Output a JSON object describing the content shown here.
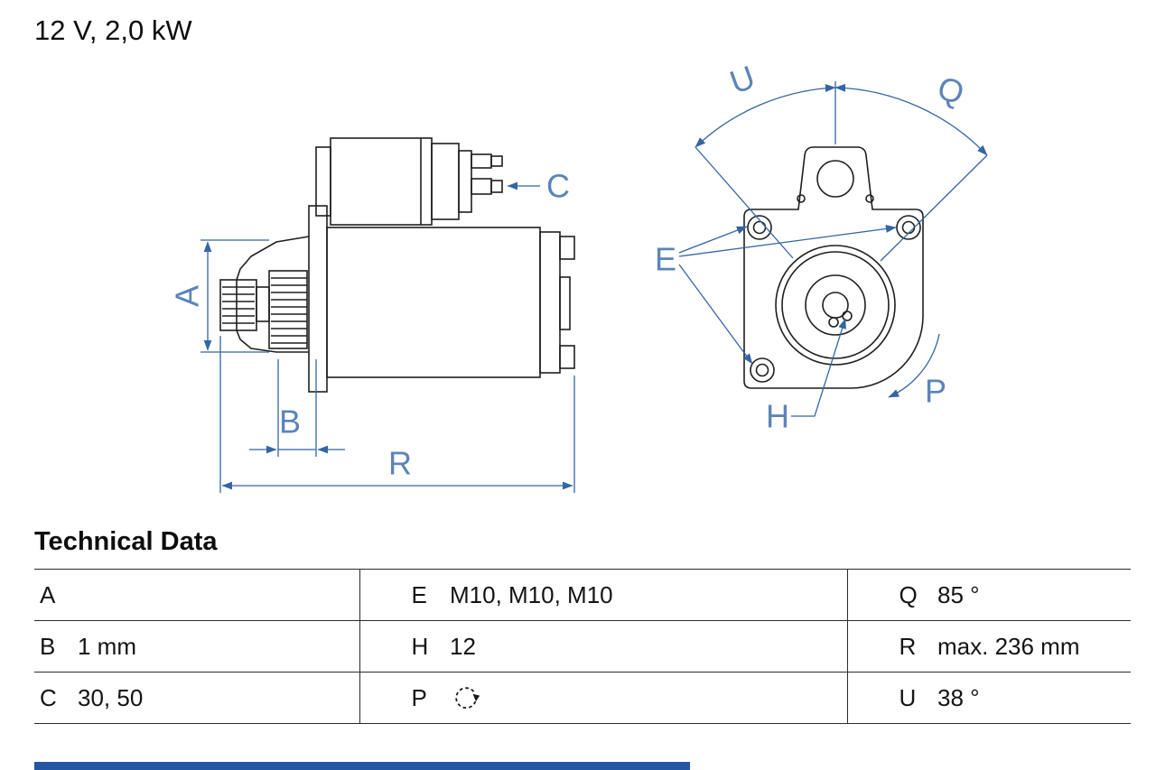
{
  "title": "12 V, 2,0 kW",
  "drawing": {
    "labels": {
      "a": "A",
      "b": "B",
      "c": "C",
      "r": "R",
      "u": "U",
      "q": "Q",
      "e": "E",
      "h": "H",
      "p": "P"
    }
  },
  "technical_data": {
    "heading": "Technical Data",
    "rows": [
      {
        "col1": {
          "key": "A",
          "value": ""
        },
        "col2": {
          "key": "E",
          "value": "M10, M10, M10"
        },
        "col3": {
          "key": "Q",
          "value": "85 °"
        }
      },
      {
        "col1": {
          "key": "B",
          "value": "1 mm"
        },
        "col2": {
          "key": "H",
          "value": "12"
        },
        "col3": {
          "key": "R",
          "value": "max. 236 mm"
        }
      },
      {
        "col1": {
          "key": "C",
          "value": "30, 50"
        },
        "col2": {
          "key": "P",
          "value_icon": "rotation-ccw"
        },
        "col3": {
          "key": "U",
          "value": "38 °"
        }
      }
    ]
  },
  "colors": {
    "dimension_blue": "#3465a4",
    "label_blue": "#5b84ba",
    "line_black": "#1f1f1f",
    "footer_bar_blue": "#2456a4"
  }
}
